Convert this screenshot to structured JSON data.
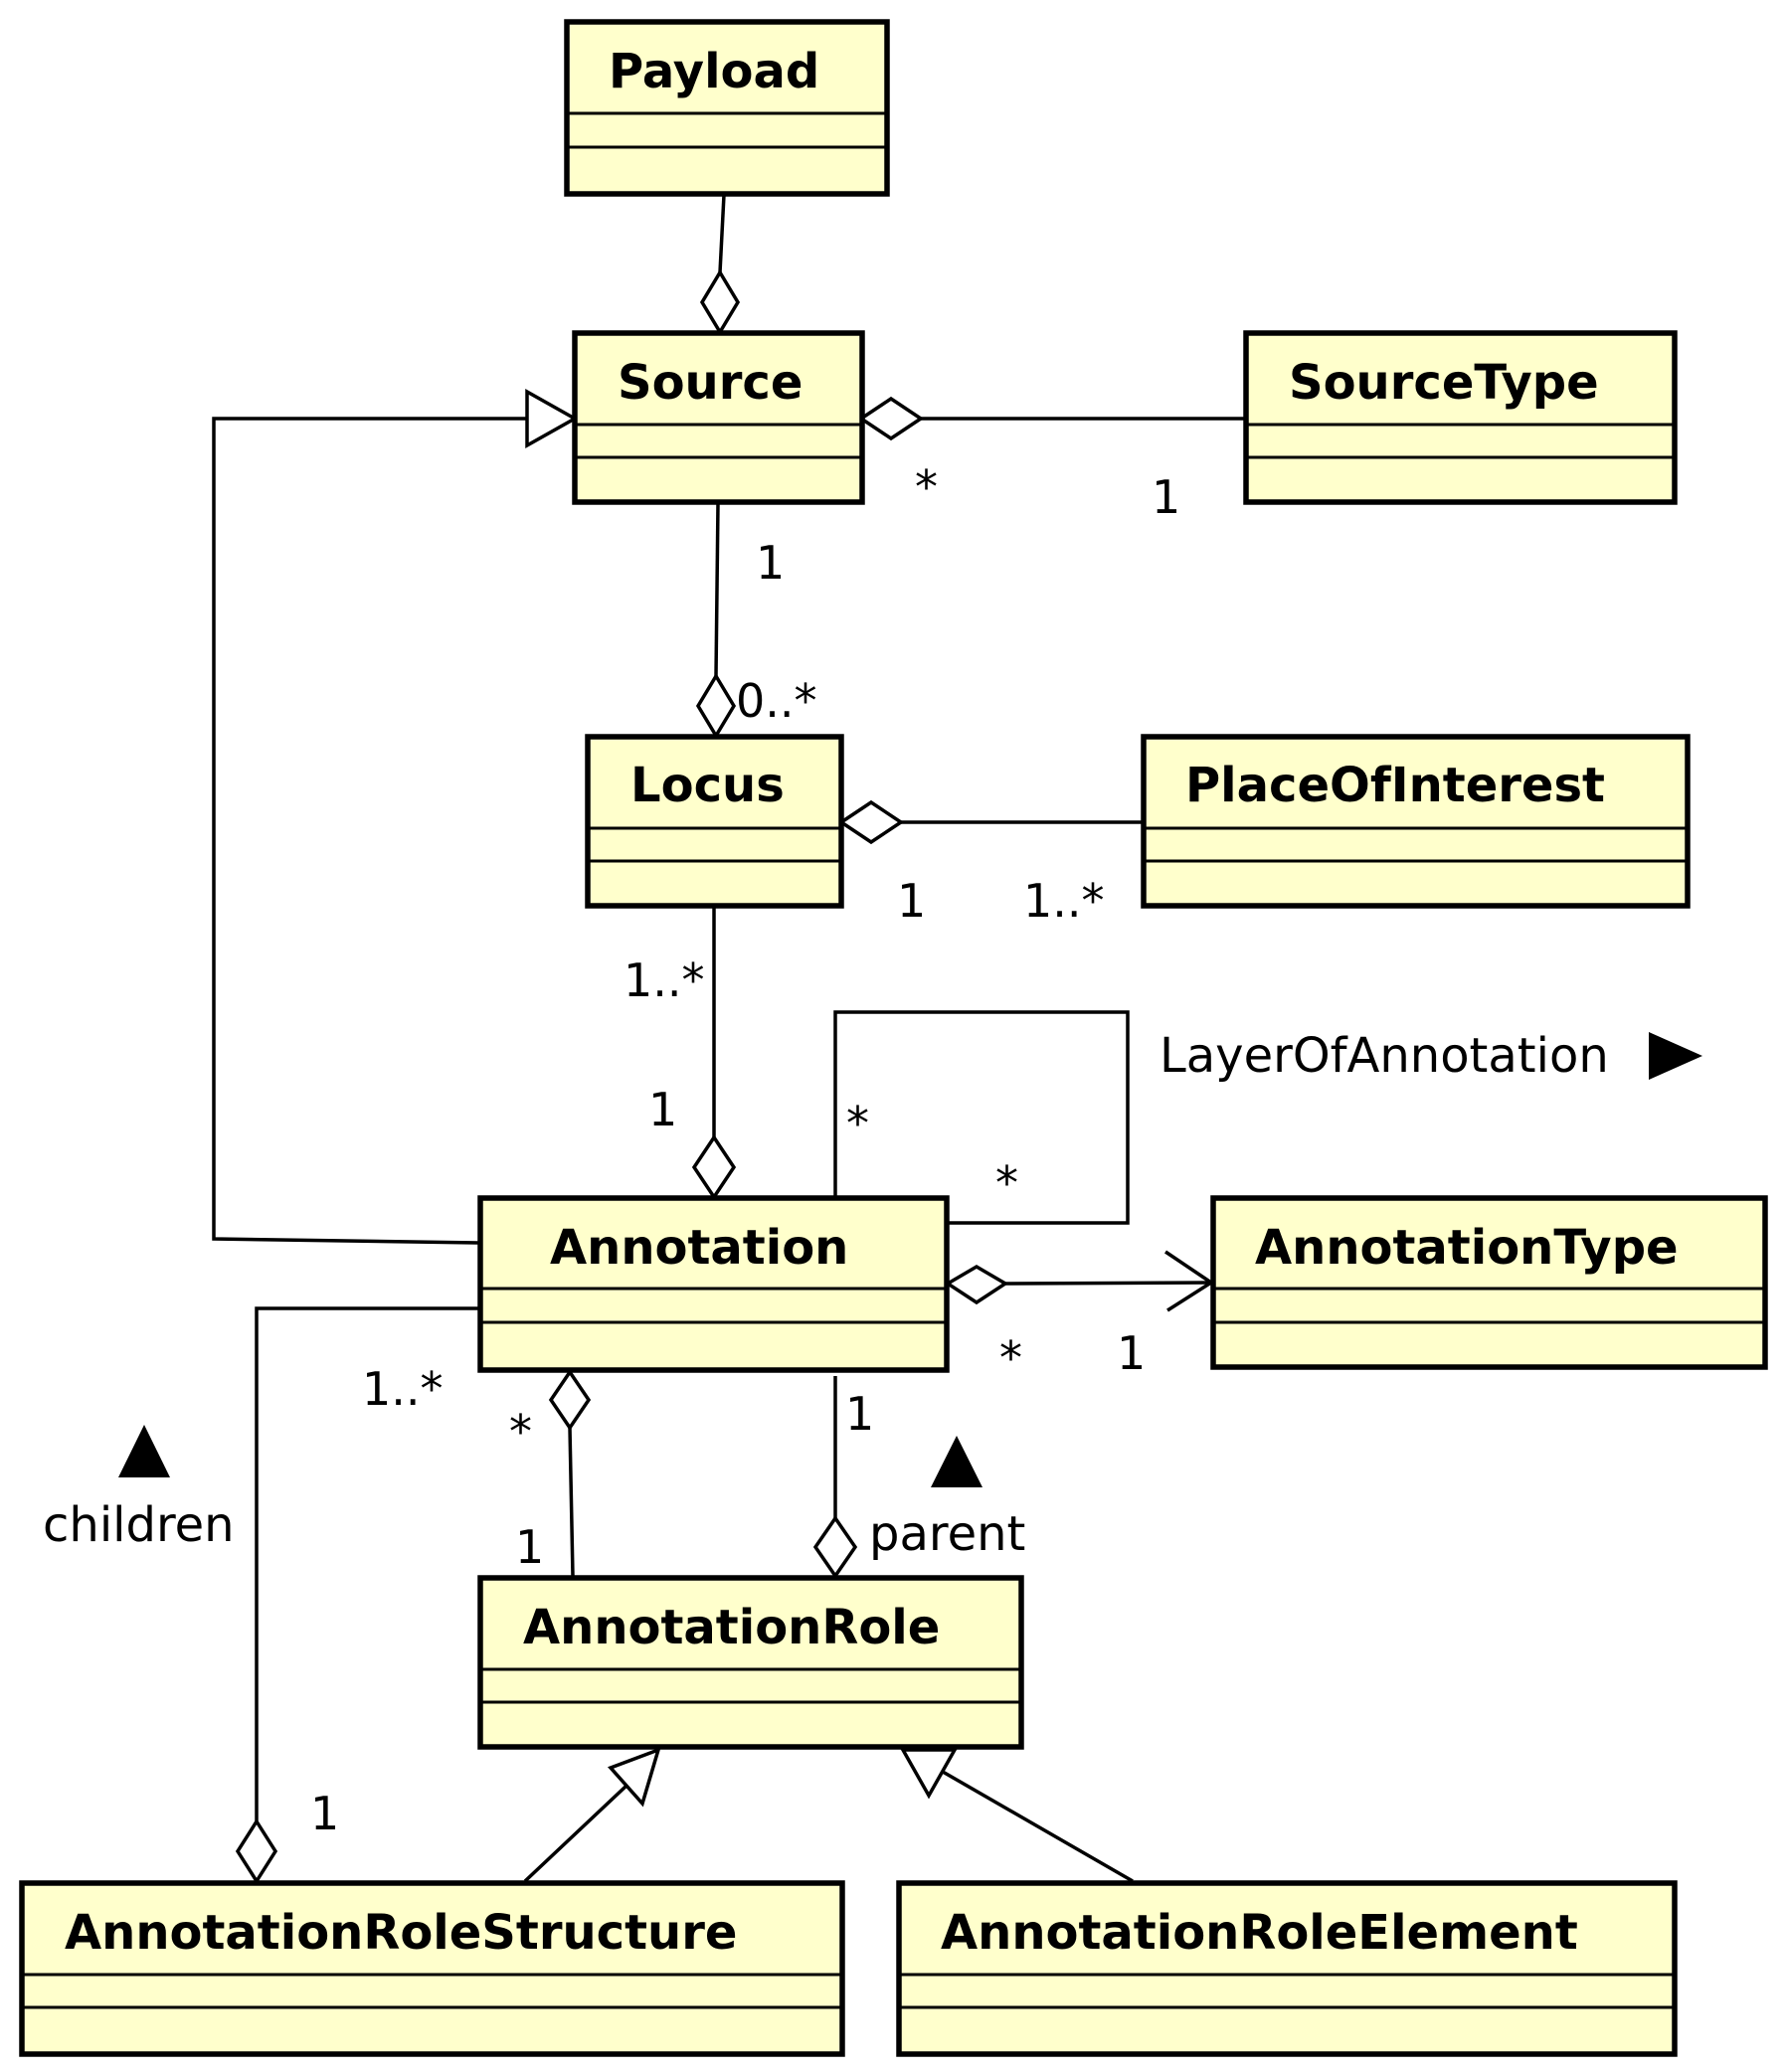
{
  "classes": {
    "payload": "Payload",
    "source": "Source",
    "source_type": "SourceType",
    "locus": "Locus",
    "place_of_interest": "PlaceOfInterest",
    "annotation": "Annotation",
    "annotation_type": "AnnotationType",
    "annotation_role": "AnnotationRole",
    "annotation_role_structure": "AnnotationRoleStructure",
    "annotation_role_element": "AnnotationRoleElement"
  },
  "associations": {
    "source_sourcetype": {
      "source_end": "*",
      "type_end": "1"
    },
    "source_locus": {
      "source_end": "1",
      "locus_end": "0..*"
    },
    "locus_place": {
      "locus_end": "1",
      "place_end": "1..*"
    },
    "locus_annotation": {
      "locus_end": "1..*",
      "annotation_end": "1"
    },
    "layer_of_annotation": {
      "label": "LayerOfAnnotation",
      "end_a": "*",
      "end_b": "*"
    },
    "annotation_type": {
      "annotation_end": "*",
      "type_end": "1"
    },
    "annotation_role_children": {
      "annotation_end": "*",
      "role_end": "1"
    },
    "annotation_role_parent": {
      "annotation_end": "1",
      "label": "parent"
    },
    "annotation_structure": {
      "annotation_end": "1..*",
      "structure_end": "1",
      "label": "children"
    }
  }
}
